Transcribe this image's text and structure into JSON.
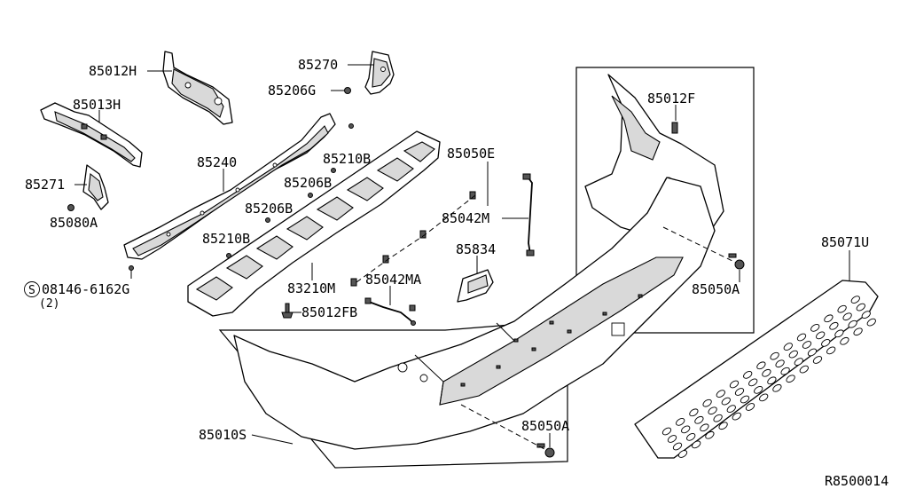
{
  "diagram": {
    "labels": {
      "p85012H": "85012H",
      "p85013H": "85013H",
      "p85270": "85270",
      "p85206G": "85206G",
      "p85271": "85271",
      "p85080A": "85080A",
      "p85240": "85240",
      "p85210B_top": "85210B",
      "p85206B_top": "85206B",
      "p85206B_mid": "85206B",
      "p85210B_low": "85210B",
      "p85050E": "85050E",
      "p85042M": "85042M",
      "p85834": "85834",
      "p85042MA": "85042MA",
      "p83210M": "83210M",
      "p85012FB": "85012FB",
      "p85012F": "85012F",
      "p85050A_right": "85050A",
      "p85071U": "85071U",
      "p85050A_bottom": "85050A",
      "p85010S": "85010S",
      "bolt_code": "08146-6162G",
      "bolt_symbol": "S",
      "bolt_qty": "(2)",
      "ref_code": "R8500014"
    }
  }
}
